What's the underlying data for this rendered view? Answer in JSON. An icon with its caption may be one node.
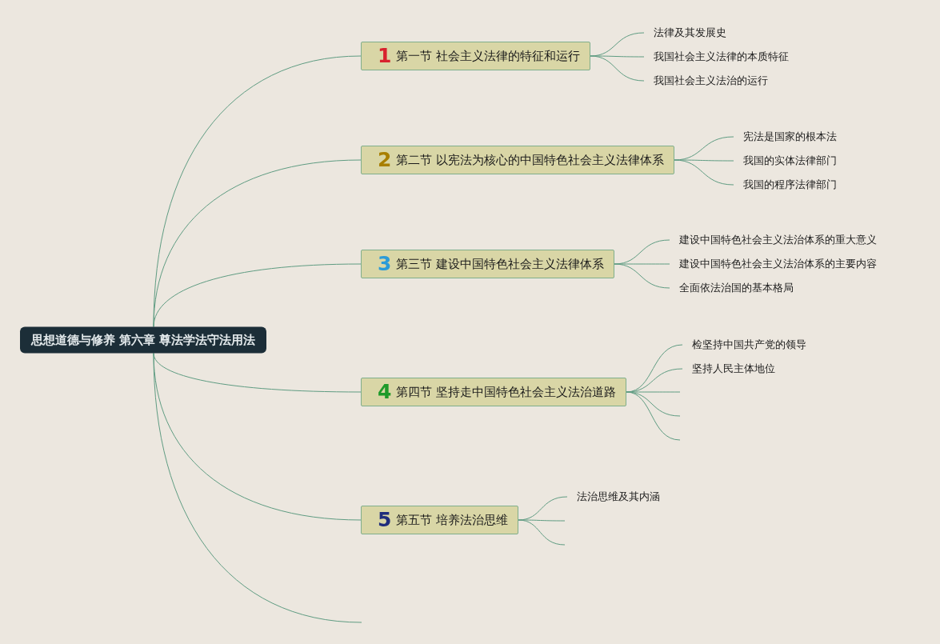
{
  "diagram": {
    "nodes": [
      {
        "text": [
          "思想道德与修养 第六章 尊法学法守法用法"
        ]
      },
      {
        "text": [
          "1",
          "第一节 社会主义法律的特征和运行"
        ]
      },
      {
        "text": [
          "法律及其发展史"
        ]
      },
      {
        "text": [
          "我国社会主义法律的本质特征"
        ]
      },
      {
        "text": [
          "我国社会主义法治的运行"
        ]
      },
      {
        "text": [
          "2",
          "第二节 以宪法为核心的中国特色社会主义法律体系"
        ]
      },
      {
        "text": [
          "宪法是国家的根本法"
        ]
      },
      {
        "text": [
          "我国的实体法律部门"
        ]
      },
      {
        "text": [
          "我国的程序法律部门"
        ]
      },
      {
        "text": [
          "3",
          "第三节 建设中国特色社会主义法律体系"
        ]
      },
      {
        "text": [
          "建设中国特色社会主义法治体系的重大意义"
        ]
      },
      {
        "text": [
          "建设中国特色社会主义法治体系的主要内容"
        ]
      },
      {
        "text": [
          "全面依法治国的基本格局"
        ]
      },
      {
        "text": [
          "4",
          "第四节 坚持走中国特色社会主义法治道路"
        ]
      },
      {
        "text": [
          "检坚持中国共产党的领导"
        ]
      },
      {
        "text": [
          "坚持人民主体地位"
        ]
      },
      {
        "text": [
          "5",
          "第五节 培养法治思维"
        ]
      },
      {
        "text": [
          "法治思维及其内涵"
        ]
      }
    ],
    "edges": [
      {
        "from": 0,
        "to": 1,
        "arrow": "none"
      },
      {
        "from": 0,
        "to": 5,
        "arrow": "none"
      },
      {
        "from": 0,
        "to": 9,
        "arrow": "none"
      },
      {
        "from": 0,
        "to": 13,
        "arrow": "none"
      },
      {
        "from": 0,
        "to": 16,
        "arrow": "none"
      },
      {
        "from": 0,
        "to": null,
        "arrow": "none"
      },
      {
        "from": 1,
        "to": 2,
        "arrow": "none"
      },
      {
        "from": 1,
        "to": 3,
        "arrow": "none"
      },
      {
        "from": 1,
        "to": 4,
        "arrow": "none"
      },
      {
        "from": 5,
        "to": 6,
        "arrow": "none"
      },
      {
        "from": 5,
        "to": 7,
        "arrow": "none"
      },
      {
        "from": 5,
        "to": 8,
        "arrow": "none"
      },
      {
        "from": 9,
        "to": 10,
        "arrow": "none"
      },
      {
        "from": 9,
        "to": 11,
        "arrow": "none"
      },
      {
        "from": 9,
        "to": 12,
        "arrow": "none"
      },
      {
        "from": 13,
        "to": 14,
        "arrow": "none"
      },
      {
        "from": 13,
        "to": 15,
        "arrow": "none"
      },
      {
        "from": 13,
        "to": null,
        "arrow": "none"
      },
      {
        "from": 13,
        "to": null,
        "arrow": "none"
      },
      {
        "from": 13,
        "to": null,
        "arrow": "none"
      },
      {
        "from": 16,
        "to": 17,
        "arrow": "none"
      },
      {
        "from": 16,
        "to": null,
        "arrow": "none"
      },
      {
        "from": 16,
        "to": null,
        "arrow": "none"
      }
    ]
  }
}
